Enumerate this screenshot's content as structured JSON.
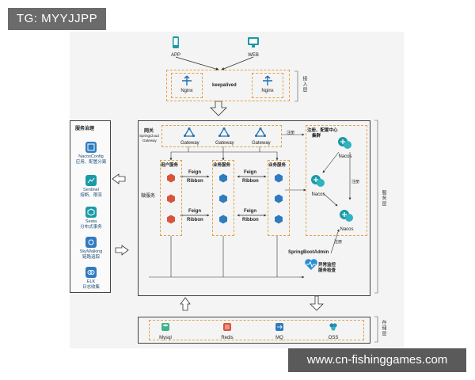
{
  "watermark_tag": "TG: MYYJJPP",
  "footer_tag": "www.cn-fishinggames.com",
  "top": {
    "app_label": "APP",
    "web_label": "WEB",
    "nginx_left": "Nginx",
    "nginx_right": "Nginx",
    "keepalived": "keepalived",
    "layer_label": "接入层"
  },
  "service_gov": {
    "title": "服务治理",
    "items": [
      {
        "name": "NacosConfig",
        "desc": "应用、配置分离"
      },
      {
        "name": "Sentinel",
        "desc": "熔断、限流"
      },
      {
        "name": "Seata",
        "desc": "分布式事务"
      },
      {
        "name": "SkyWalking",
        "desc": "链路追踪"
      },
      {
        "name": "ELK",
        "desc": "日志收集"
      }
    ]
  },
  "service_layer": {
    "gateway_title": "网关",
    "gateway_sub1": "SpringCloud",
    "gateway_sub2": "Gateway",
    "gateways": [
      "Gateway",
      "Gateway",
      "Gateway"
    ],
    "register_arrow": "注册",
    "registry_title1": "注册、配置中心",
    "registry_title2": "集群",
    "nacos": [
      "Nacos",
      "Nacos",
      "Nacos"
    ],
    "register_label": "注册",
    "microservice": "微服务",
    "user_service": "用户服务",
    "biz_service_1": "业务服务",
    "biz_service_2": "业务服务",
    "feign": "Feign",
    "ribbon": "Ribbon",
    "sba": "SpringBootAdmin",
    "monitor1": "异常监控",
    "monitor2": "服务检查",
    "layer_label": "服务层"
  },
  "storage": {
    "items": [
      "Mysql",
      "Redis",
      "MQ",
      "OSS"
    ],
    "layer_label": "存储层"
  },
  "colors": {
    "accent_blue": "#1f6fb2",
    "icon_teal": "#1a9aa8",
    "dashed_orange": "#e2a24a",
    "service_red": "#d9533b",
    "service_blue": "#2f7bbf",
    "heart_blue": "#2a8fd6"
  }
}
